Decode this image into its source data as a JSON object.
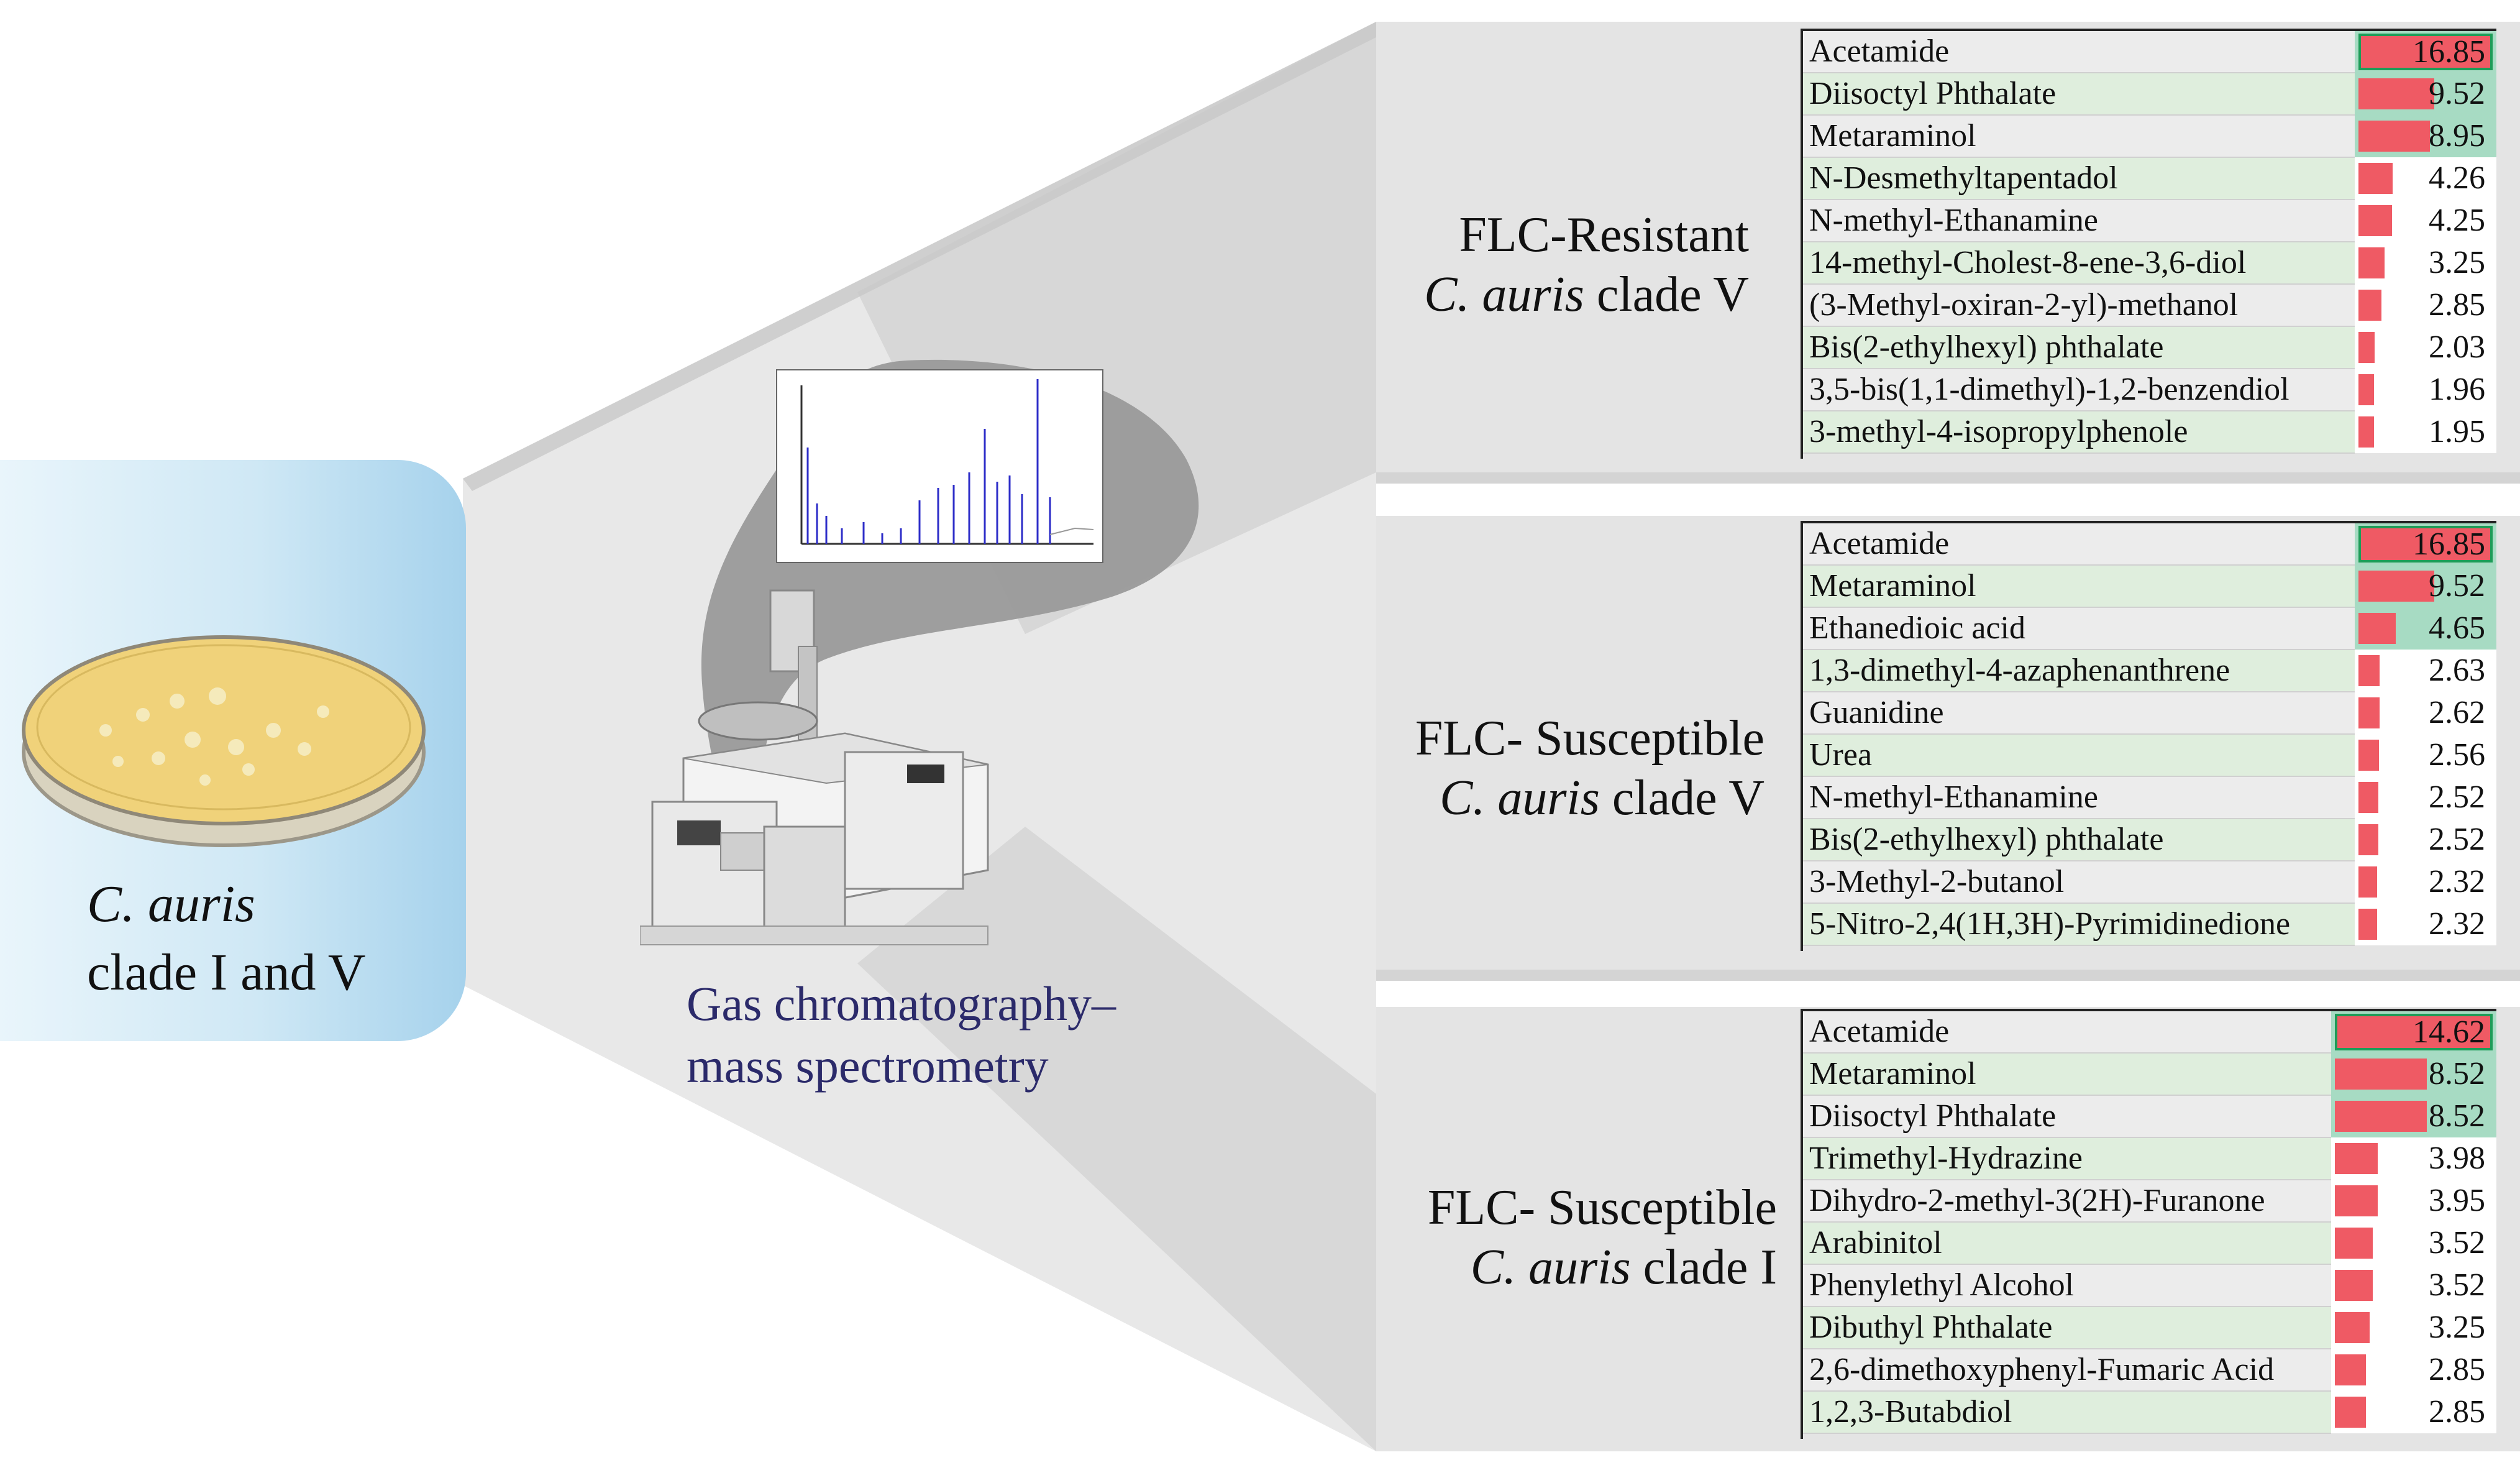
{
  "sample": {
    "species": "C. auris",
    "clades": "clade I and V"
  },
  "instrument": {
    "line1": "Gas chromatography–",
    "line2": "mass spectrometry"
  },
  "groups": [
    {
      "title_line1": "FLC-Resistant",
      "title_species": "C. auris",
      "title_clade": " clade V",
      "compounds": [
        {
          "name": "Acetamide",
          "value": 16.85
        },
        {
          "name": "Diisoctyl Phthalate",
          "value": 9.52
        },
        {
          "name": "Metaraminol",
          "value": 8.95
        },
        {
          "name": "N-Desmethyltapentadol",
          "value": 4.26
        },
        {
          "name": "N-methyl-Ethanamine",
          "value": 4.25
        },
        {
          "name": "14-methyl-Cholest-8-ene-3,6-diol",
          "value": 3.25
        },
        {
          "name": "(3-Methyl-oxiran-2-yl)-methanol",
          "value": 2.85
        },
        {
          "name": "Bis(2-ethylhexyl) phthalate",
          "value": 2.03
        },
        {
          "name": "3,5-bis(1,1-dimethyl)-1,2-benzendiol",
          "value": 1.96
        },
        {
          "name": "3-methyl-4-isopropylphenole",
          "value": 1.95
        }
      ]
    },
    {
      "title_line1": "FLC- Susceptible",
      "title_species": "C. auris",
      "title_clade": " clade V",
      "compounds": [
        {
          "name": "Acetamide",
          "value": 16.85
        },
        {
          "name": "Metaraminol",
          "value": 9.52
        },
        {
          "name": "Ethanedioic acid",
          "value": 4.65
        },
        {
          "name": "1,3-dimethyl-4-azaphenanthrene",
          "value": 2.63
        },
        {
          "name": "Guanidine",
          "value": 2.62
        },
        {
          "name": "Urea",
          "value": 2.56
        },
        {
          "name": "N-methyl-Ethanamine",
          "value": 2.52
        },
        {
          "name": "Bis(2-ethylhexyl) phthalate",
          "value": 2.52
        },
        {
          "name": "3-Methyl-2-butanol",
          "value": 2.32
        },
        {
          "name": "5-Nitro-2,4(1H,3H)-Pyrimidinedione",
          "value": 2.32
        }
      ]
    },
    {
      "title_line1": "FLC- Susceptible",
      "title_species": "C. auris",
      "title_clade": " clade I",
      "compounds": [
        {
          "name": "Acetamide",
          "value": 14.62
        },
        {
          "name": "Metaraminol",
          "value": 8.52
        },
        {
          "name": "Diisoctyl Phthalate",
          "value": 8.52
        },
        {
          "name": "Trimethyl-Hydrazine",
          "value": 3.98
        },
        {
          "name": "Dihydro-2-methyl-3(2H)-Furanone",
          "value": 3.95
        },
        {
          "name": "Arabinitol",
          "value": 3.52
        },
        {
          "name": "Phenylethyl Alcohol",
          "value": 3.52
        },
        {
          "name": "Dibuthyl Phthalate",
          "value": 3.25
        },
        {
          "name": "2,6-dimethoxyphenyl-Fumaric Acid",
          "value": 2.85
        },
        {
          "name": "1,2,3-Butabdiol",
          "value": 2.85
        }
      ]
    }
  ],
  "colors": {
    "bar": "#ef5a64",
    "highlight": "#a7dbc3",
    "instrument_label": "#2b2a6a",
    "petri_agar": "#f0d27a"
  },
  "icons": [
    "petri-dish-icon",
    "gc-ms-instrument-icon",
    "chromatogram-thumbnail"
  ]
}
